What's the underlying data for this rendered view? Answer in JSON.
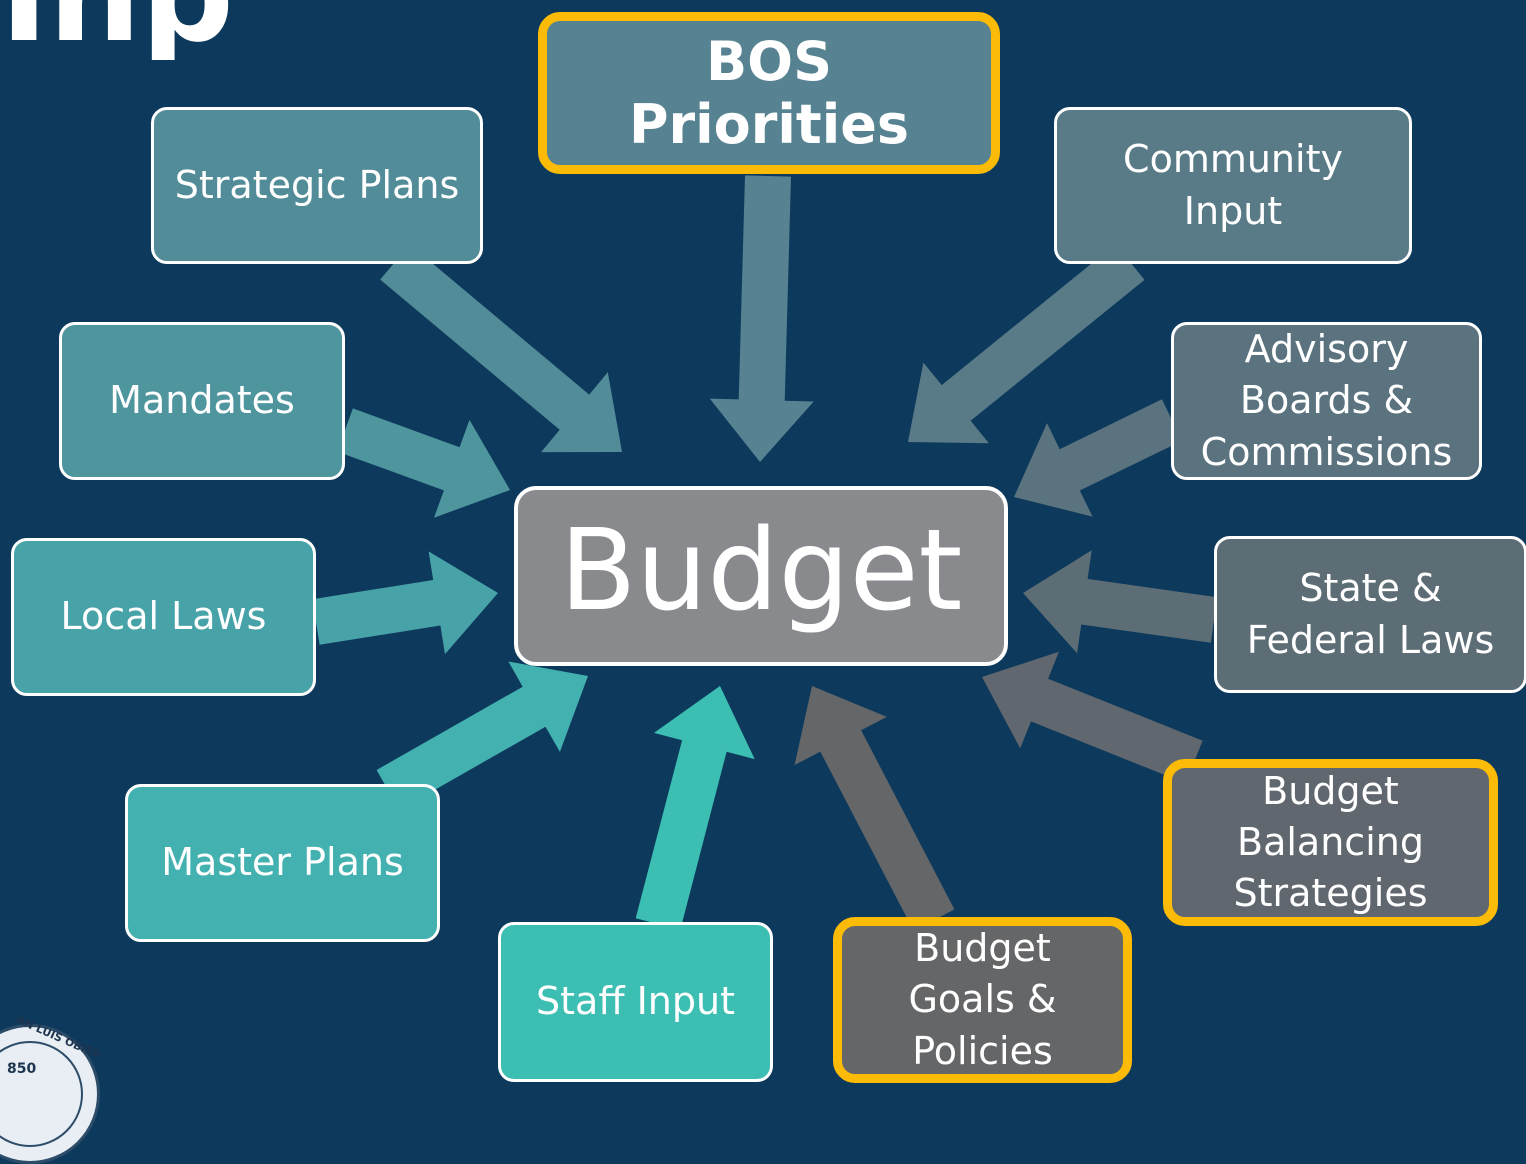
{
  "slide": {
    "title_fragment": "Inp",
    "background_color": "#0d3a5c",
    "highlight_color": "#fbbb06"
  },
  "center": {
    "label": "Budget",
    "color": "#898a8e"
  },
  "nodes": [
    {
      "id": "bos-priorities",
      "label": "BOS\nPriorities",
      "color": "#568291",
      "highlight": true,
      "bold": true
    },
    {
      "id": "strategic-plans",
      "label": "Strategic Plans",
      "color": "#528c98",
      "highlight": false,
      "bold": false
    },
    {
      "id": "community-input",
      "label": "Community\nInput",
      "color": "#587b87",
      "highlight": false,
      "bold": false
    },
    {
      "id": "mandates",
      "label": "Mandates",
      "color": "#4e959e",
      "highlight": false,
      "bold": false
    },
    {
      "id": "advisory-boards",
      "label": "Advisory\nBoards &\nCommissions",
      "color": "#5a737f",
      "highlight": false,
      "bold": false
    },
    {
      "id": "local-laws",
      "label": "Local Laws",
      "color": "#48a3a9",
      "highlight": false,
      "bold": false
    },
    {
      "id": "state-federal-laws",
      "label": "State &\nFederal Laws",
      "color": "#5c6d76",
      "highlight": false,
      "bold": false
    },
    {
      "id": "master-plans",
      "label": "Master Plans",
      "color": "#43b1b0",
      "highlight": false,
      "bold": false
    },
    {
      "id": "budget-balancing",
      "label": "Budget\nBalancing\nStrategies",
      "color": "#61676e",
      "highlight": true,
      "bold": false
    },
    {
      "id": "staff-input",
      "label": "Staff Input",
      "color": "#3cbfb2",
      "highlight": false,
      "bold": false
    },
    {
      "id": "budget-goals",
      "label": "Budget\nGoals &\nPolicies",
      "color": "#656668",
      "highlight": true,
      "bold": false
    }
  ],
  "seal": {
    "text": "AN LUIS OBISP",
    "year": "850"
  }
}
